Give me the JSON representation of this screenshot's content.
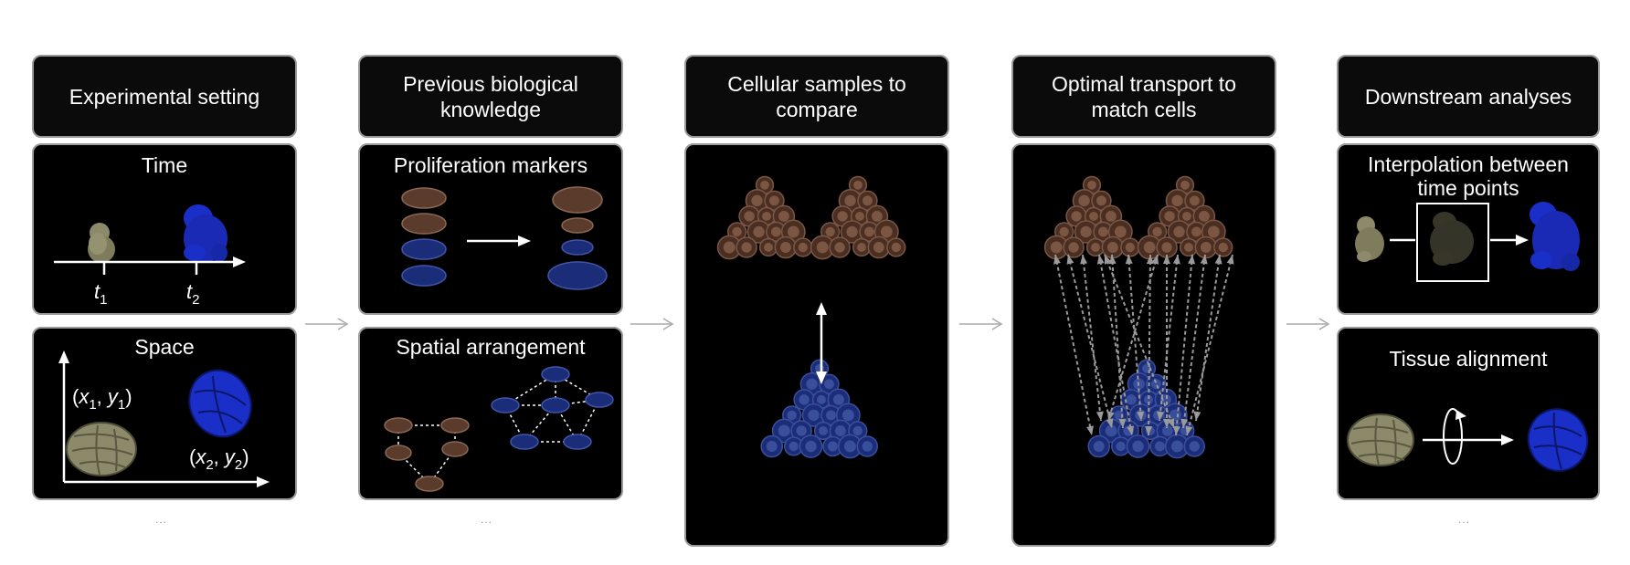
{
  "columns": [
    {
      "header": "Experimental setting",
      "panels": [
        {
          "title": "Time",
          "t1": "t",
          "t1_sub": "1",
          "t2": "t",
          "t2_sub": "2"
        },
        {
          "title": "Space",
          "xy1": {
            "x": "x",
            "x_sub": "1",
            "y": "y",
            "y_sub": "1"
          },
          "xy2": {
            "x": "x",
            "x_sub": "2",
            "y": "y",
            "y_sub": "2"
          }
        }
      ],
      "ellipsis": "..."
    },
    {
      "header": "Previous biological knowledge",
      "panels": [
        {
          "title": "Proliferation markers"
        },
        {
          "title": "Spatial arrangement"
        }
      ],
      "ellipsis": "..."
    },
    {
      "header": "Cellular samples to compare"
    },
    {
      "header": "Optimal transport to match cells"
    },
    {
      "header": "Downstream analyses",
      "panels": [
        {
          "title": "Interpolation between time points"
        },
        {
          "title": "Tissue alignment"
        }
      ],
      "ellipsis": "..."
    }
  ],
  "colors": {
    "panel_bg": "#000000",
    "border": "#9a9a9a",
    "brown_cell": "#5a3b2c",
    "blue_cell": "#1b2d78",
    "bright_blue": "#1a2fc8",
    "embryo_tan": "#8c8a6a"
  },
  "icons": [
    "flow-arrow-icon",
    "double-arrow-icon",
    "dashed-arrow-icon",
    "rotation-icon",
    "embryo-icon",
    "tissue-slice-icon"
  ]
}
